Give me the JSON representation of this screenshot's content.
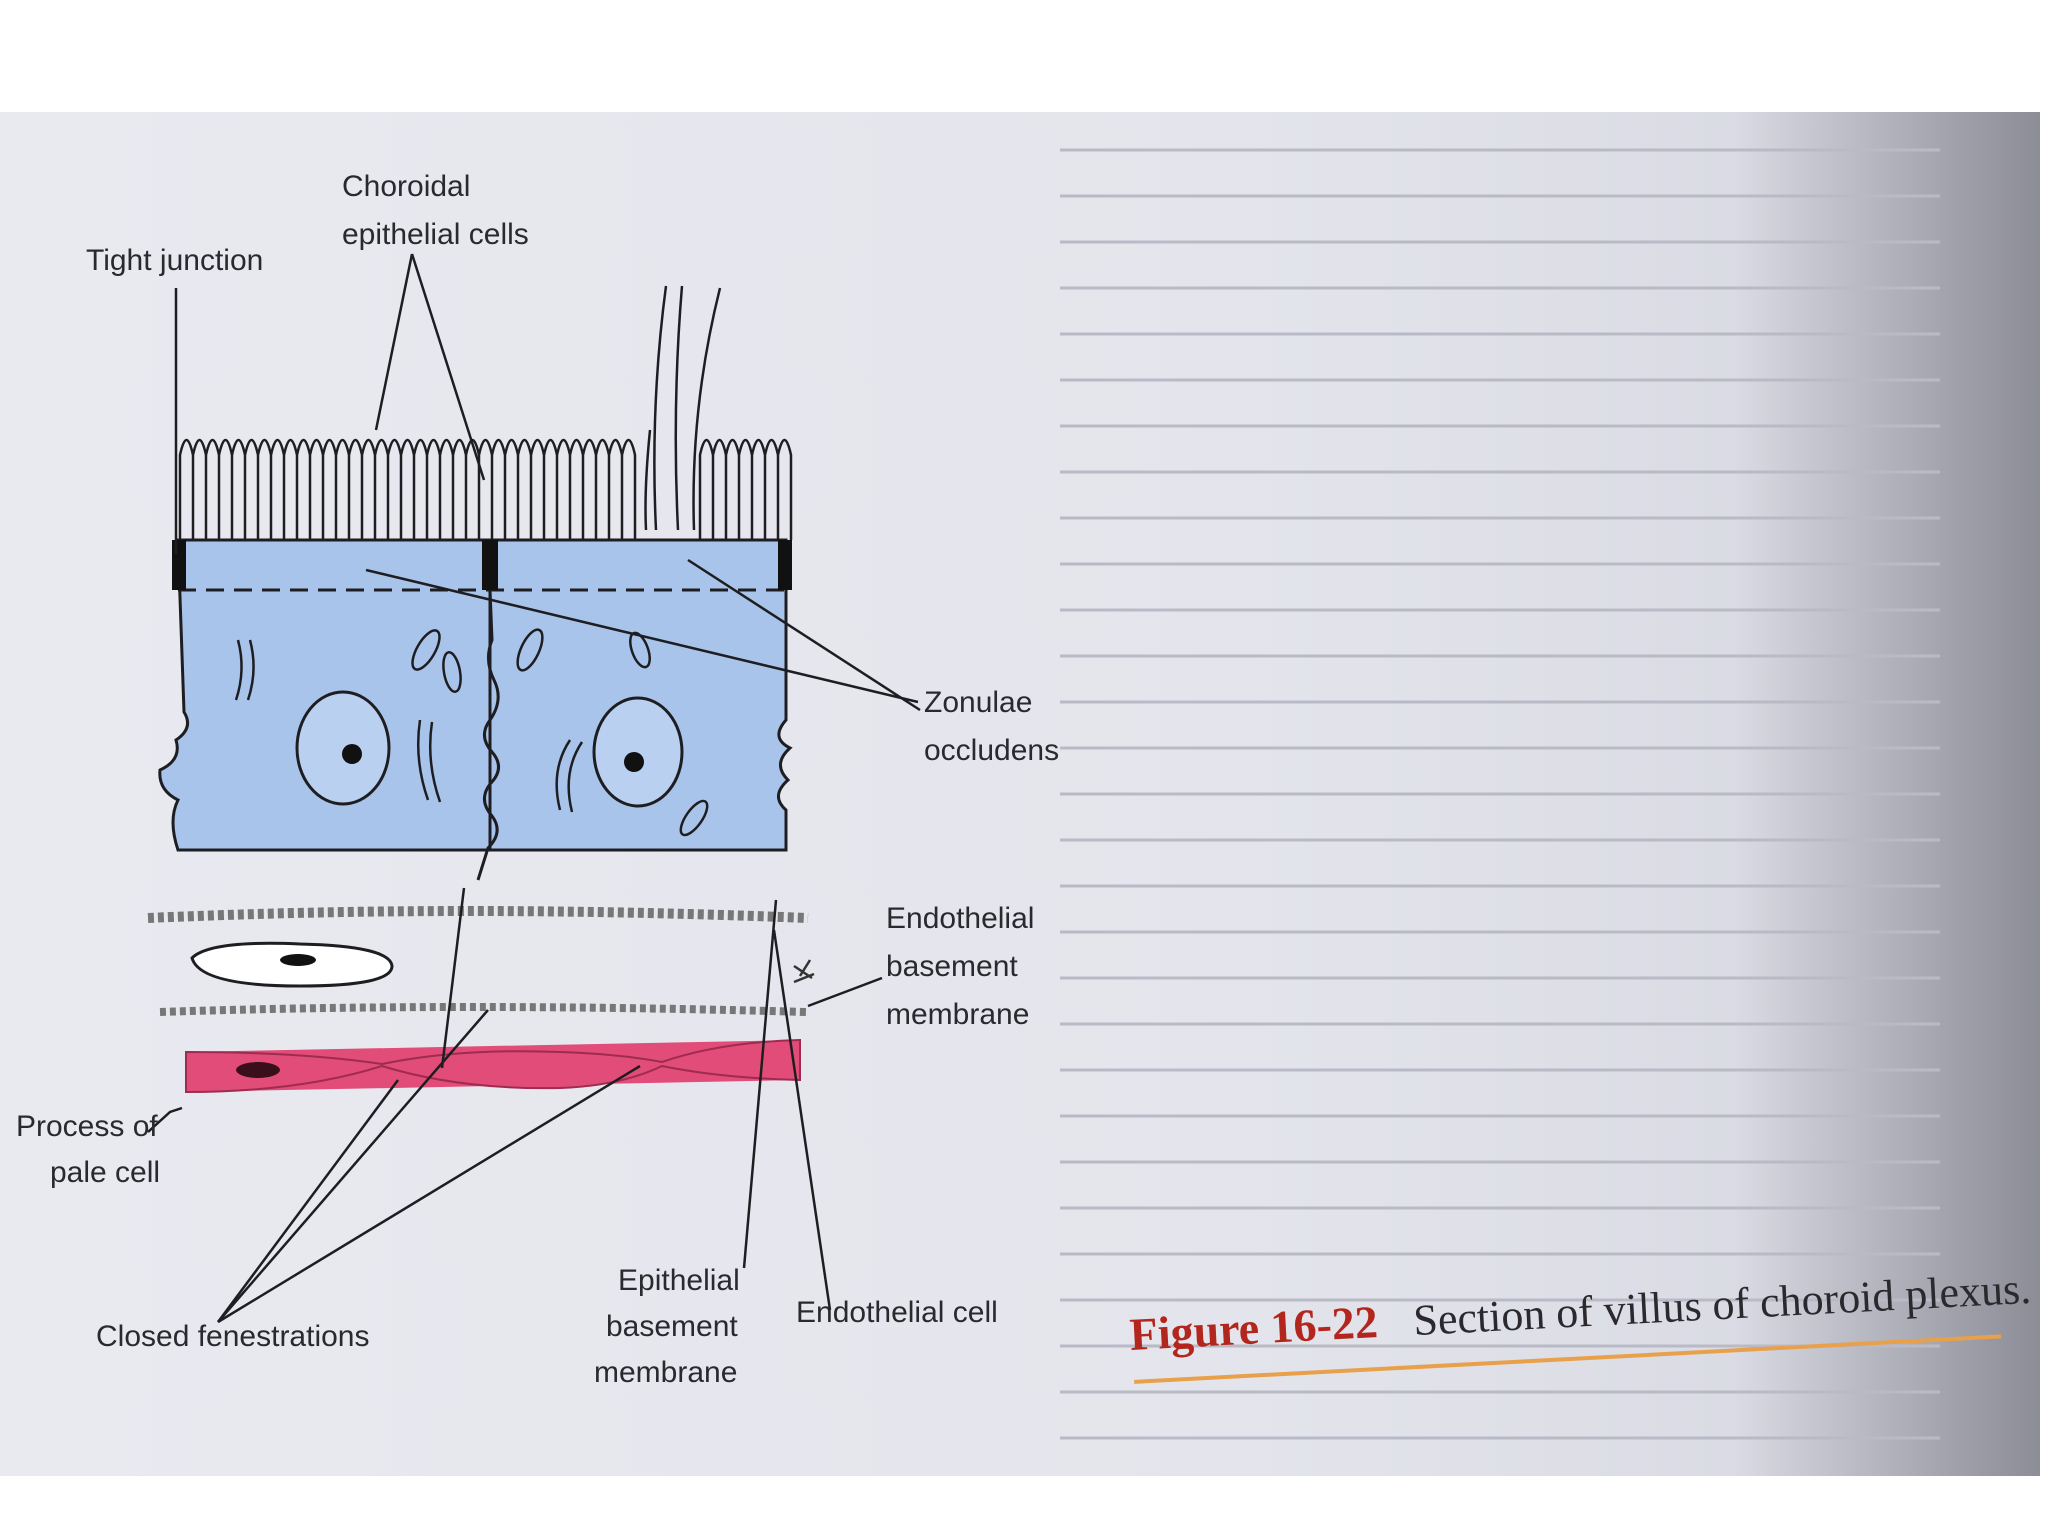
{
  "labels": {
    "choroidal_epithelial_cells": [
      "Choroidal",
      "epithelial cells"
    ],
    "tight_junction": "Tight junction",
    "zonulae_occludens": [
      "Zonulae",
      "occludens"
    ],
    "endothelial_basement_membrane": [
      "Endothelial",
      "basement",
      "membrane"
    ],
    "process_of_pale_cell": [
      "Process of",
      "pale cell"
    ],
    "closed_fenestrations": "Closed fenestrations",
    "epithelial_basement_membrane": [
      "Epithelial",
      "basement",
      "membrane"
    ],
    "endothelial_cell": "Endothelial cell"
  },
  "caption": {
    "number": "Figure 16-22",
    "text": "Section of villus of choroid plexus."
  },
  "colors": {
    "epithelium": "#a9c4ea",
    "endothelium": "#e24c78",
    "caption_accent": "#b3261e",
    "caption_rule": "#e8a04a"
  }
}
